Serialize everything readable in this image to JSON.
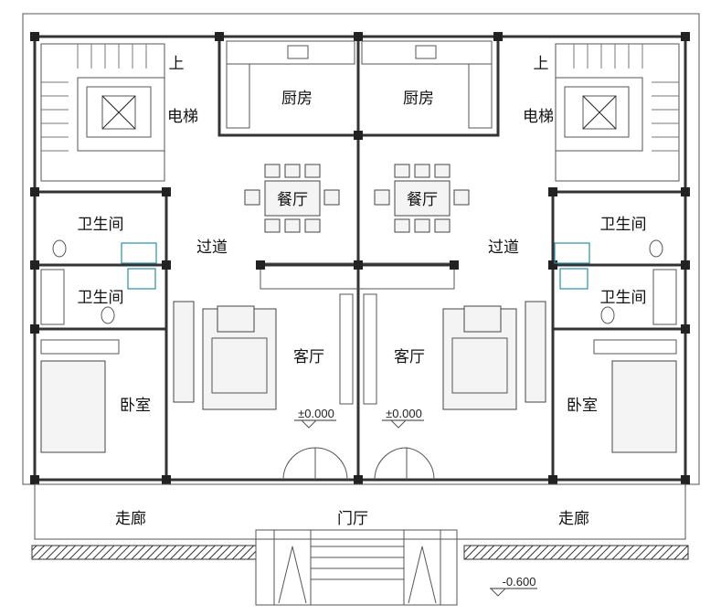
{
  "rooms": {
    "kitchen_left": "厨房",
    "kitchen_right": "厨房",
    "dining_left": "餐厅",
    "dining_right": "餐厅",
    "elevator_left": "电梯",
    "elevator_right": "电梯",
    "stair_up_left": "上",
    "stair_up_right": "上",
    "bath_left_upper": "卫生间",
    "bath_left_lower": "卫生间",
    "bath_right_upper": "卫生间",
    "bath_right_lower": "卫生间",
    "hall_left": "过道",
    "hall_right": "过道",
    "living_left": "客厅",
    "living_right": "客厅",
    "bedroom_left": "卧室",
    "bedroom_right": "卧室",
    "corridor_left": "走廊",
    "corridor_right": "走廊",
    "foyer": "门厅"
  },
  "levels": {
    "floor_left": "±0.000",
    "floor_right": "±0.000",
    "ground": "-0.600"
  }
}
